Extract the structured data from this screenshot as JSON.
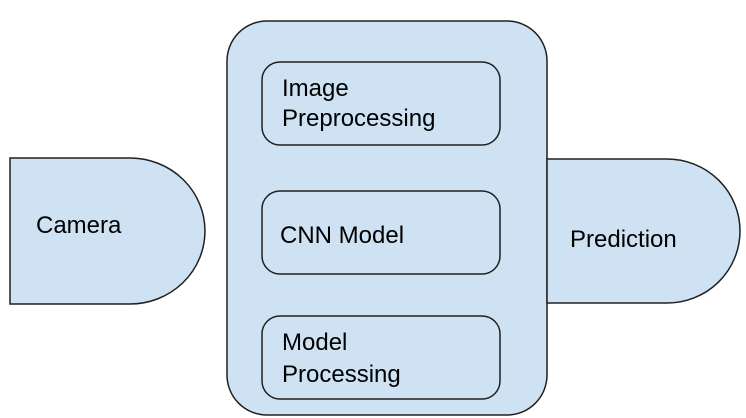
{
  "diagram": {
    "camera_label": "Camera",
    "prediction_label": "Prediction",
    "container": {
      "image_preprocessing": [
        "Image",
        "Preprocessing"
      ],
      "cnn_model": "CNN Model",
      "model_processing": [
        "Model",
        "Processing"
      ]
    }
  },
  "colors": {
    "fill": "#cfe2f3",
    "stroke": "#202020",
    "text": "#000000",
    "background": "#ffffff"
  }
}
